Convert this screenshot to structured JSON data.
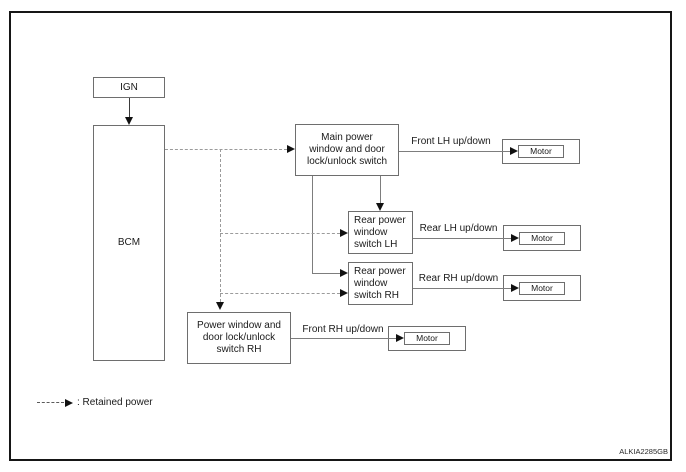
{
  "boxes": {
    "ign": {
      "label": "IGN"
    },
    "bcm": {
      "label": "BCM"
    },
    "main_switch": {
      "lines": [
        "Main power",
        "window and door",
        "lock/unlock switch"
      ]
    },
    "rear_switch_lh": {
      "lines": [
        "Rear power",
        "window",
        "switch LH"
      ]
    },
    "rear_switch_rh": {
      "lines": [
        "Rear power",
        "window",
        "switch RH"
      ]
    },
    "front_switch_rh": {
      "lines": [
        "Power window and",
        "door lock/unlock",
        "switch RH"
      ]
    },
    "motor": {
      "label": "Motor"
    }
  },
  "edge_labels": {
    "front_lh": "Front LH up/down",
    "rear_lh": "Rear LH up/down",
    "rear_rh": "Rear RH up/down",
    "front_rh": "Front RH up/down"
  },
  "legend": {
    "label": ": Retained power"
  },
  "footer": {
    "code": "ALKIA2285GB"
  },
  "colors": {
    "frame": "#161616",
    "box_border": "#6e6e6e",
    "solid_wire": "#7d7d7d",
    "dashed_wire": "#9b9b9b",
    "arrow": "#111111",
    "text": "#1a1a1a",
    "background": "#ffffff"
  }
}
